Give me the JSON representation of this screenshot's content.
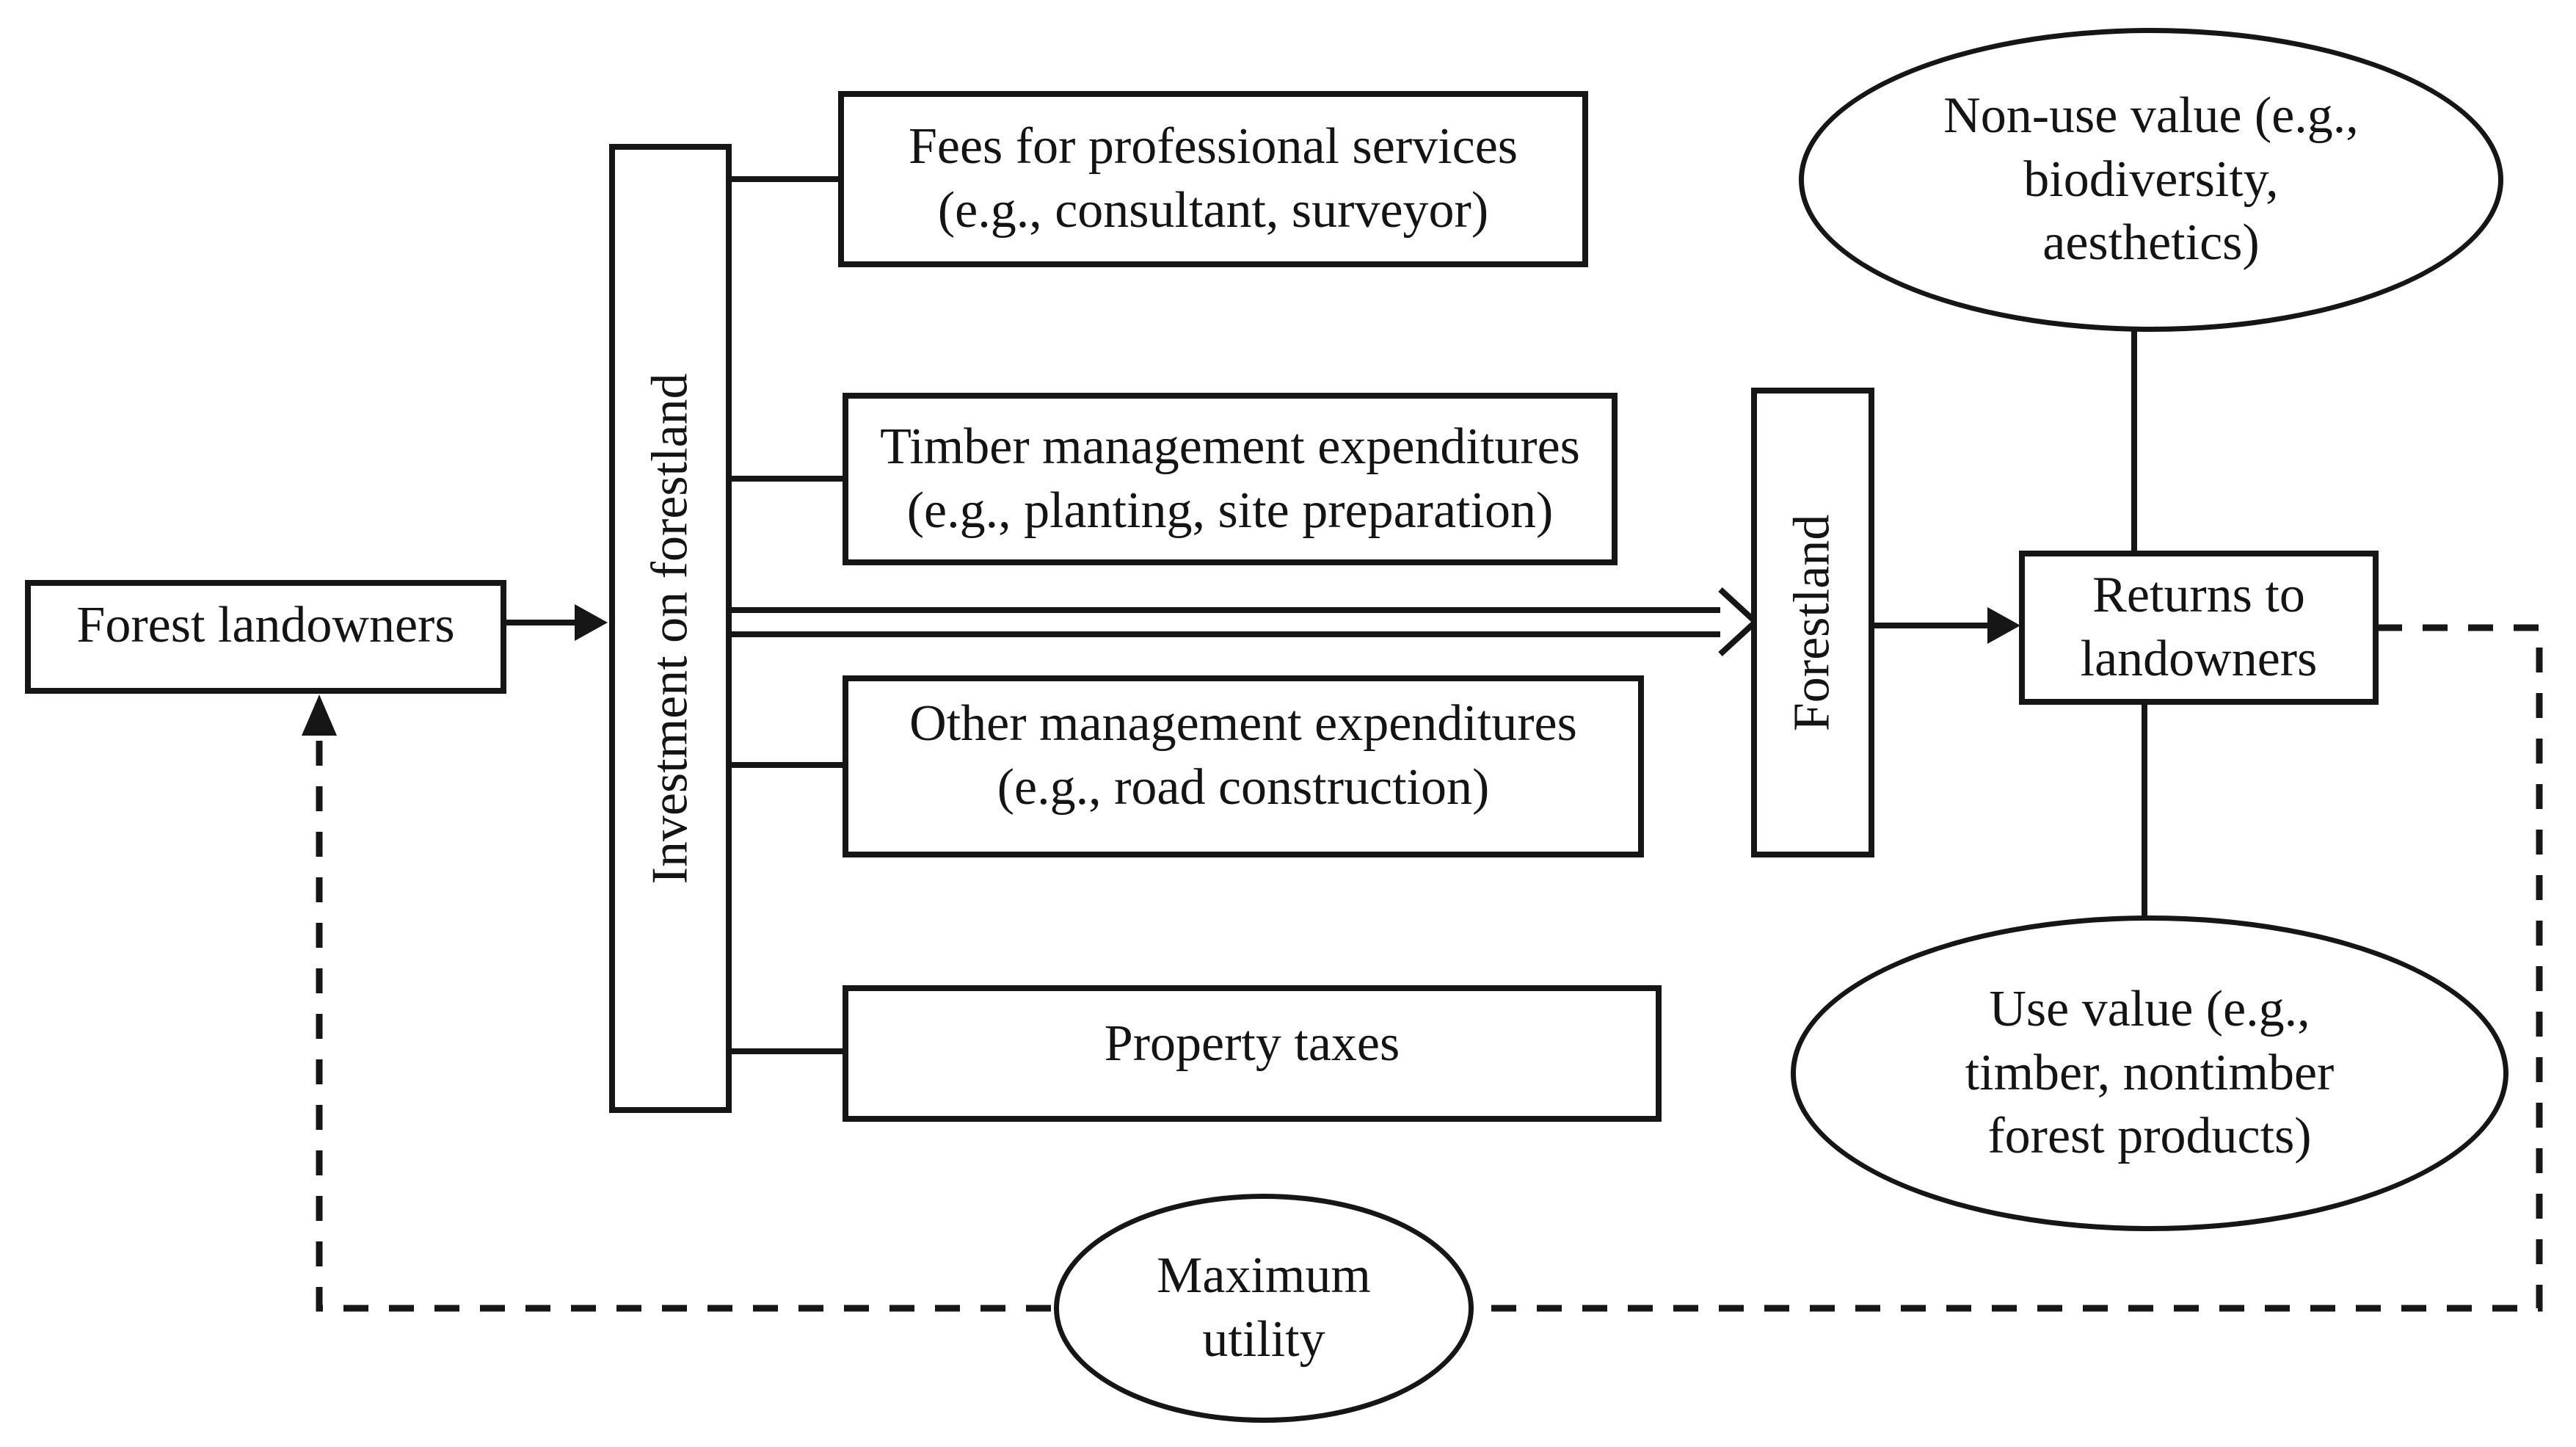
{
  "diagram": {
    "background": "#ffffff",
    "ink_color": "#161616",
    "nodes": {
      "forest_landowners": {
        "label": "Forest landowners",
        "shape": "rectangle"
      },
      "investment": {
        "label": "Investment on forestland",
        "shape": "rectangle-vertical-text"
      },
      "fees": {
        "label": "Fees for professional services\n(e.g., consultant, surveyor)",
        "shape": "rectangle"
      },
      "timber": {
        "label": "Timber management expenditures\n(e.g., planting, site preparation)",
        "shape": "rectangle"
      },
      "other": {
        "label": "Other management expenditures\n(e.g., road construction)",
        "shape": "rectangle"
      },
      "property_taxes": {
        "label": "Property taxes",
        "shape": "rectangle"
      },
      "forestland": {
        "label": "Forestland",
        "shape": "rectangle-vertical-text"
      },
      "returns": {
        "label": "Returns to\nlandowners",
        "shape": "rectangle"
      },
      "non_use_value": {
        "label": "Non-use value (e.g.,\nbiodiversity,\naesthetics)",
        "shape": "ellipse"
      },
      "use_value": {
        "label": "Use value (e.g.,\ntimber, nontimber\nforest products)",
        "shape": "ellipse"
      },
      "maximum_utility": {
        "label": "Maximum\nutility",
        "shape": "ellipse"
      }
    },
    "edges": [
      {
        "from": "forest_landowners",
        "to": "investment",
        "style": "solid-filled-arrow"
      },
      {
        "from": "investment",
        "to": "fees",
        "style": "solid-line"
      },
      {
        "from": "investment",
        "to": "timber",
        "style": "solid-line"
      },
      {
        "from": "investment",
        "to": "other",
        "style": "solid-line"
      },
      {
        "from": "investment",
        "to": "property_taxes",
        "style": "solid-line"
      },
      {
        "from": "investment",
        "to": "forestland",
        "style": "double-line-open-arrow"
      },
      {
        "from": "forestland",
        "to": "returns",
        "style": "solid-filled-arrow"
      },
      {
        "from": "non_use_value",
        "to": "returns",
        "style": "solid-line"
      },
      {
        "from": "returns",
        "to": "use_value",
        "style": "solid-line"
      },
      {
        "from": "returns",
        "to": "maximum_utility",
        "style": "dashed-line"
      },
      {
        "from": "maximum_utility",
        "to": "forest_landowners",
        "style": "dashed-filled-arrow"
      }
    ]
  }
}
